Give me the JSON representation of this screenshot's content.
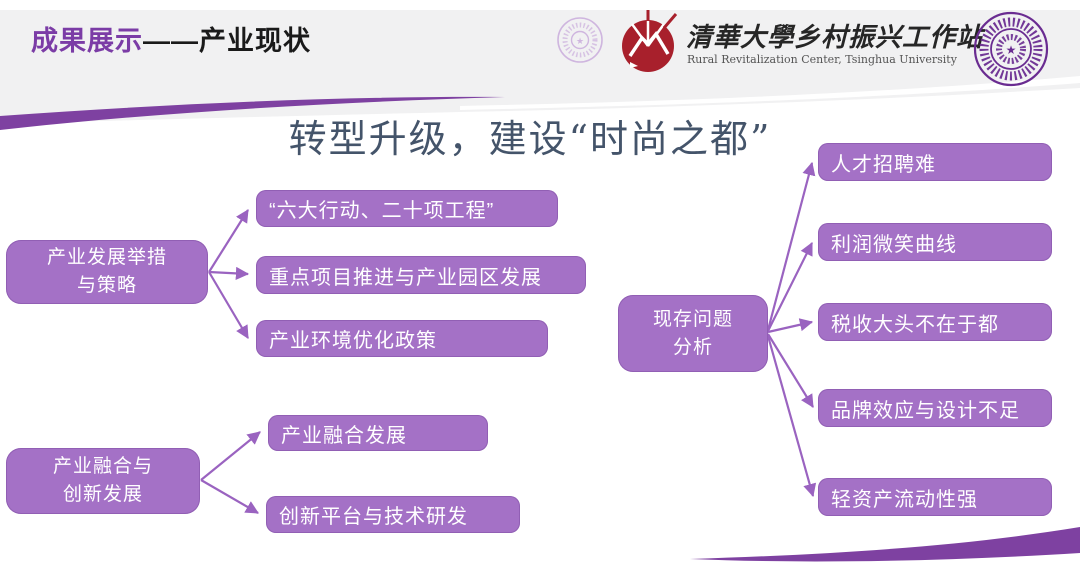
{
  "header": {
    "title_accent": "成果展示",
    "title_rest": "——产业现状"
  },
  "logos": {
    "name_cn": "清華大學乡村振兴工作站",
    "name_en": "Rural Revitalization Center, Tsinghua University",
    "icons": {
      "left": "tsinghua-seal-watermark-icon",
      "center": "rural-revitalization-logo-icon",
      "right": "tsinghua-university-seal-icon"
    }
  },
  "main_title": "转型升级，建设“时尚之都”",
  "diagram": {
    "clusters": [
      {
        "root": "产业发展举措\n与策略",
        "children": [
          "“六大行动、二十项工程”",
          "重点项目推进与产业园区发展",
          "产业环境优化政策"
        ]
      },
      {
        "root": "产业融合与\n创新发展",
        "children": [
          "产业融合发展",
          "创新平台与技术研发"
        ]
      },
      {
        "root": "现存问题\n分析",
        "children": [
          "人才招聘难",
          "利润微笑曲线",
          "税收大头不在于都",
          "品牌效应与设计不足",
          "轻资产流动性强"
        ]
      }
    ]
  },
  "colors": {
    "accent_purple": "#7b3ca6",
    "box_purple": "#a471c6",
    "swoosh_purple": "#7e41a1",
    "arrow_purple": "#9a63c0",
    "title_slate": "#44546a",
    "band_gray": "#f1f1f2",
    "logo_red": "#a8202c",
    "seal_purple": "#6a2c91"
  }
}
